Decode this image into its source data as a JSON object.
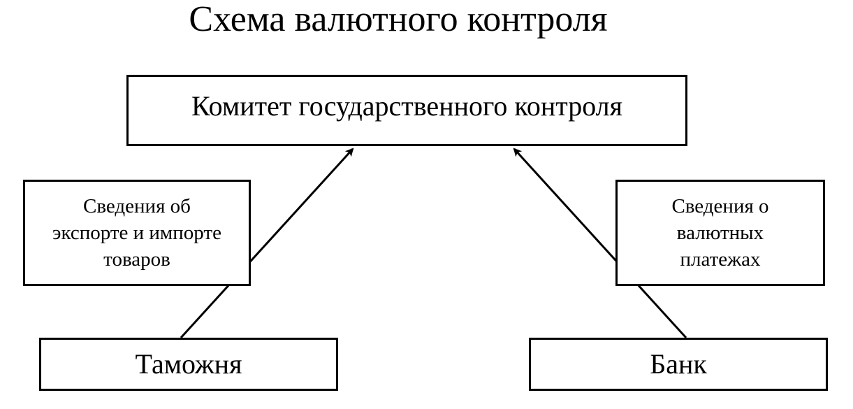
{
  "diagram": {
    "title": "Схема валютного контроля",
    "nodes": {
      "committee": "Комитет государственного контроля",
      "export_info": "Сведения об\nэкспорте и импорте\nтоваров",
      "payments_info": "Сведения о\nвалютных\nплатежах",
      "customs": "Таможня",
      "bank": "Банк"
    },
    "edges": [
      {
        "from": "customs",
        "to": "committee",
        "via": "export_info",
        "arrow": "end"
      },
      {
        "from": "bank",
        "to": "committee",
        "via": "payments_info",
        "arrow": "end"
      }
    ],
    "colors": {
      "line": "#000000",
      "background": "#ffffff"
    }
  }
}
